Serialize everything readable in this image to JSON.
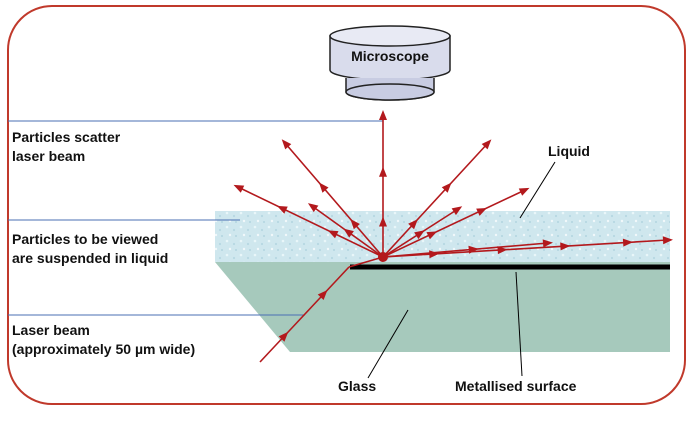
{
  "labels": {
    "microscope": "Microscope",
    "liquid": "Liquid",
    "glass": "Glass",
    "metallised": "Metallised surface",
    "scatter": [
      "Particles scatter",
      "laser beam"
    ],
    "suspended": [
      "Particles to be viewed",
      "are suspended in liquid"
    ],
    "laser": [
      "Laser beam",
      "(approximately 50 µm wide)"
    ]
  },
  "colors": {
    "frame": "#c0392b",
    "beam": "#b3191d",
    "liquid": "#cfe7ee",
    "glass": "#a6c9bc",
    "leader": "#4a6fb3",
    "metal": "#000000"
  }
}
